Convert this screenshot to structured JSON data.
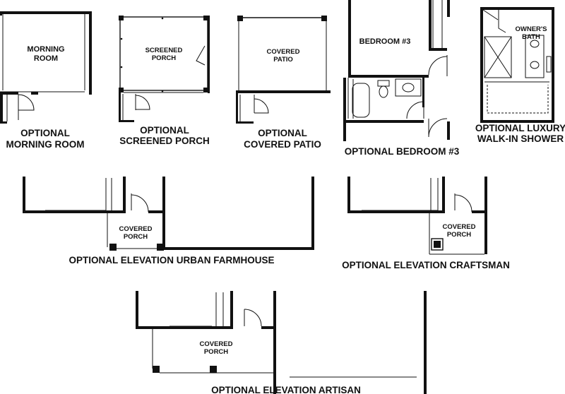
{
  "plans": {
    "morning_room": {
      "room_label": [
        "MORNING",
        "ROOM"
      ],
      "caption": [
        "OPTIONAL",
        "MORNING ROOM"
      ]
    },
    "screened_porch": {
      "room_label": [
        "SCREENED",
        "PORCH"
      ],
      "caption": [
        "OPTIONAL",
        "SCREENED PORCH"
      ]
    },
    "covered_patio": {
      "room_label": [
        "COVERED",
        "PATIO"
      ],
      "caption": [
        "OPTIONAL",
        "COVERED PATIO"
      ]
    },
    "bedroom_3": {
      "room_label": [
        "BEDROOM #3"
      ],
      "caption": [
        "OPTIONAL BEDROOM #3"
      ]
    },
    "luxury_shower": {
      "room_label": [
        "OWNER'S",
        "BATH"
      ],
      "caption": [
        "OPTIONAL LUXURY",
        "WALK-IN SHOWER"
      ]
    },
    "urban_farmhouse": {
      "room_label": [
        "COVERED",
        "PORCH"
      ],
      "caption": [
        "OPTIONAL ELEVATION URBAN FARMHOUSE"
      ]
    },
    "craftsman": {
      "room_label": [
        "COVERED",
        "PORCH"
      ],
      "caption": [
        "OPTIONAL ELEVATION CRAFTSMAN"
      ]
    },
    "artisan": {
      "room_label": [
        "COVERED",
        "PORCH"
      ],
      "caption": [
        "OPTIONAL ELEVATION ARTISAN"
      ]
    }
  }
}
